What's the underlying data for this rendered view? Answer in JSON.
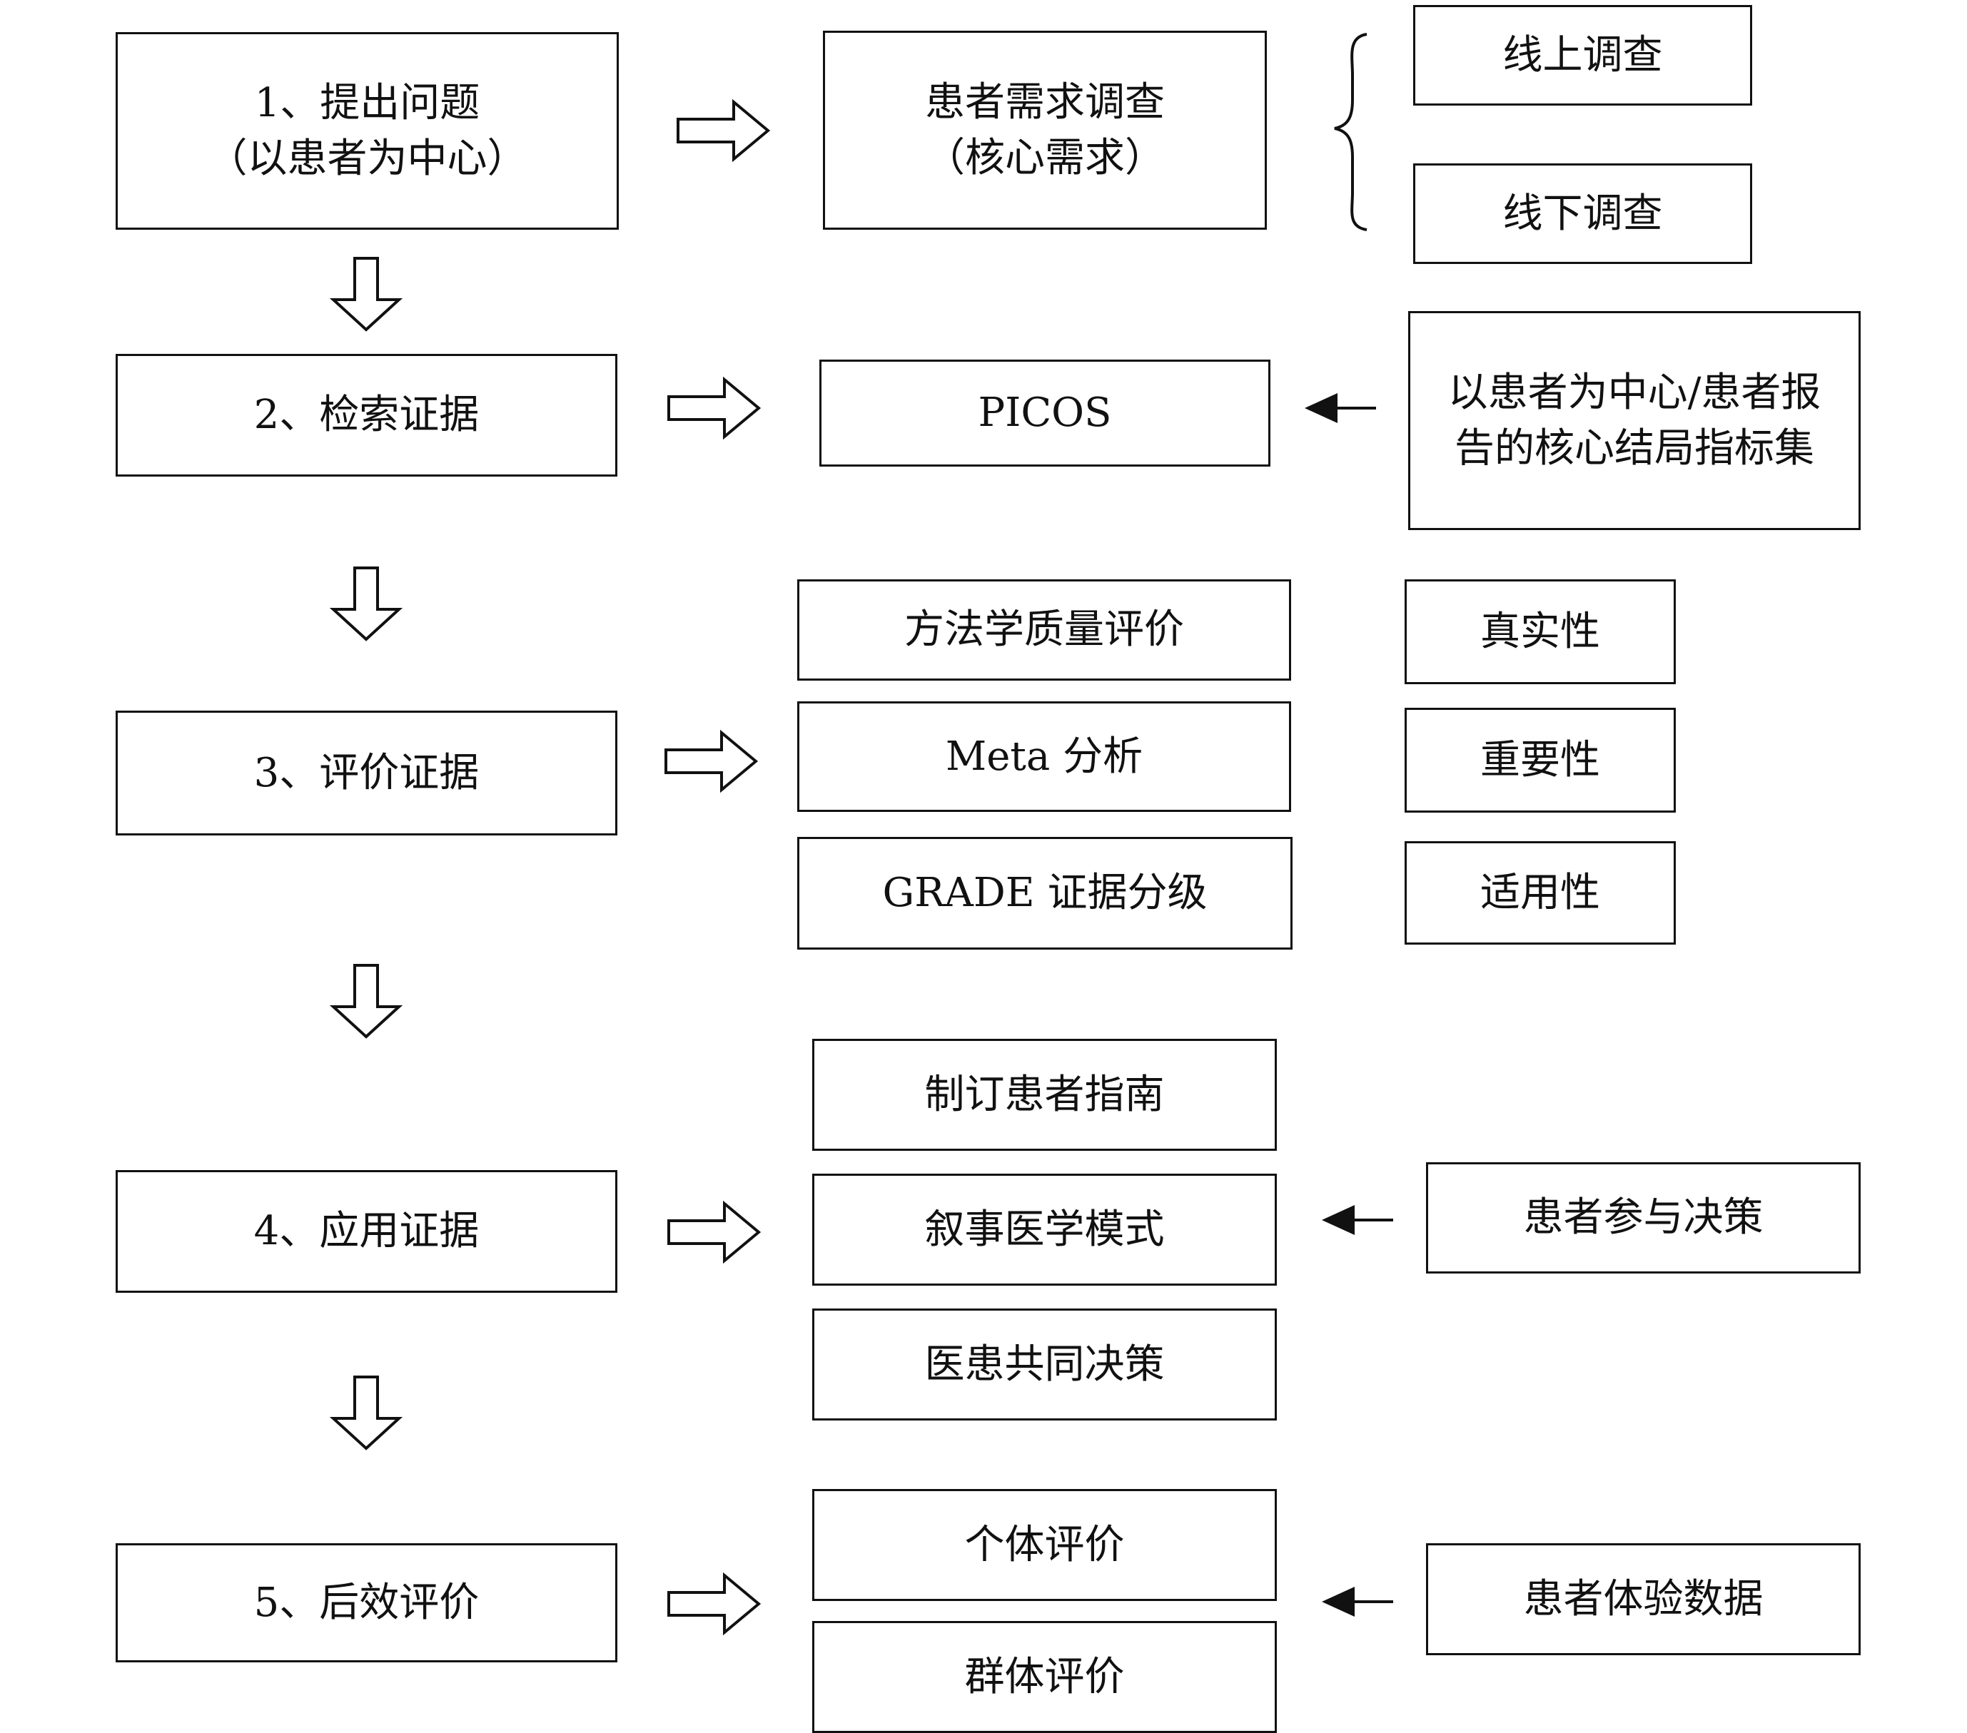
{
  "steps": [
    {
      "line1": "1、提出问题",
      "line2": "（以患者为中心）"
    },
    {
      "label": "2、检索证据"
    },
    {
      "label": "3、评价证据"
    },
    {
      "label": "4、应用证据"
    },
    {
      "label": "5、后效评价"
    }
  ],
  "step1": {
    "survey_line1": "患者需求调查",
    "survey_line2": "（核心需求）",
    "online": "线上调查",
    "offline": "线下调查"
  },
  "step2": {
    "picos": "PICOS",
    "outcome_line1": "以患者为中心/患者报",
    "outcome_line2": "告的核心结局指标集"
  },
  "step3": {
    "methods": [
      "方法学质量评价",
      "Meta 分析",
      "GRADE 证据分级"
    ],
    "criteria": [
      "真实性",
      "重要性",
      "适用性"
    ]
  },
  "step4": {
    "applications": [
      "制订患者指南",
      "叙事医学模式",
      "医患共同决策"
    ],
    "input": "患者参与决策"
  },
  "step5": {
    "evaluations": [
      "个体评价",
      "群体评价"
    ],
    "input": "患者体验数据"
  },
  "colors": {
    "stroke": "#111111",
    "background": "#ffffff"
  }
}
